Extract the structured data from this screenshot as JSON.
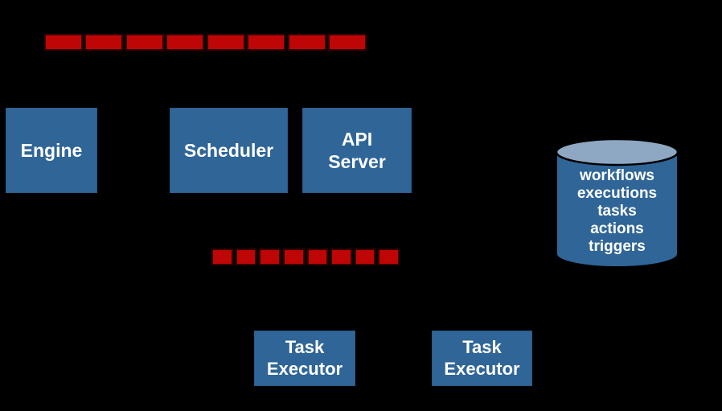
{
  "colors": {
    "background": "#000000",
    "component_blue": "#2F6597",
    "cylinder_top_blue": "#8EA8C4",
    "queue_red": "#BE0606",
    "queue_segment_border": "#380000",
    "label_text": "#FFFFFF"
  },
  "queues": {
    "top": {
      "segments": 8
    },
    "bottom": {
      "segments": 8
    }
  },
  "components": {
    "engine": {
      "label": "Engine"
    },
    "scheduler": {
      "label": "Scheduler"
    },
    "api_server": {
      "label": "API Server"
    },
    "task_executor_1": {
      "label": "Task Executor"
    },
    "task_executor_2": {
      "label": "Task Executor"
    }
  },
  "datastore": {
    "items": [
      "workflows",
      "executions",
      "tasks",
      "actions",
      "triggers"
    ]
  }
}
